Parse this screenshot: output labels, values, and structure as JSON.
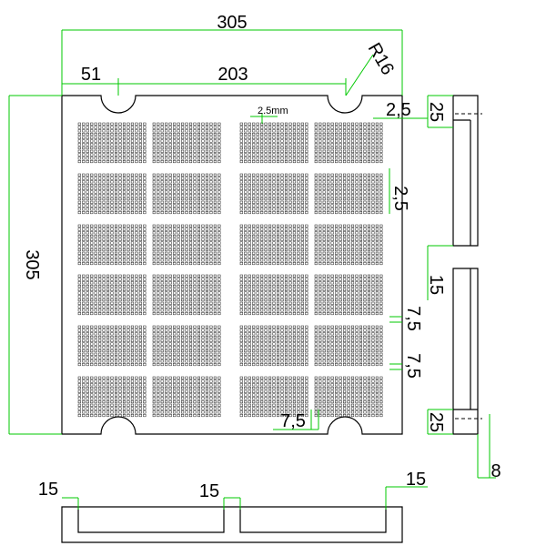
{
  "labels": {
    "overall_width": "305",
    "overall_height": "305",
    "notch_offset": "51",
    "notch_spacing": "203",
    "radius": "R16",
    "hole_size": "2.5mm",
    "top_margin": "2,5",
    "grid_gap": "2,5",
    "side_top": "25",
    "side_mid": "15",
    "side_bottom": "25",
    "right_gap_a": "7,5",
    "right_gap_b": "7,5",
    "bottom_gap": "7,5",
    "thickness": "8",
    "bottom_left": "15",
    "bottom_mid": "15",
    "bottom_right": "15"
  },
  "colors": {
    "outline": "#000000",
    "dimension": "#00c800",
    "text": "#000000"
  },
  "grid": {
    "quadrant_cols": 2,
    "quadrant_rows": 2,
    "cells_per_quadrant": [
      2,
      3
    ],
    "holes_per_cell": [
      17,
      12
    ]
  }
}
